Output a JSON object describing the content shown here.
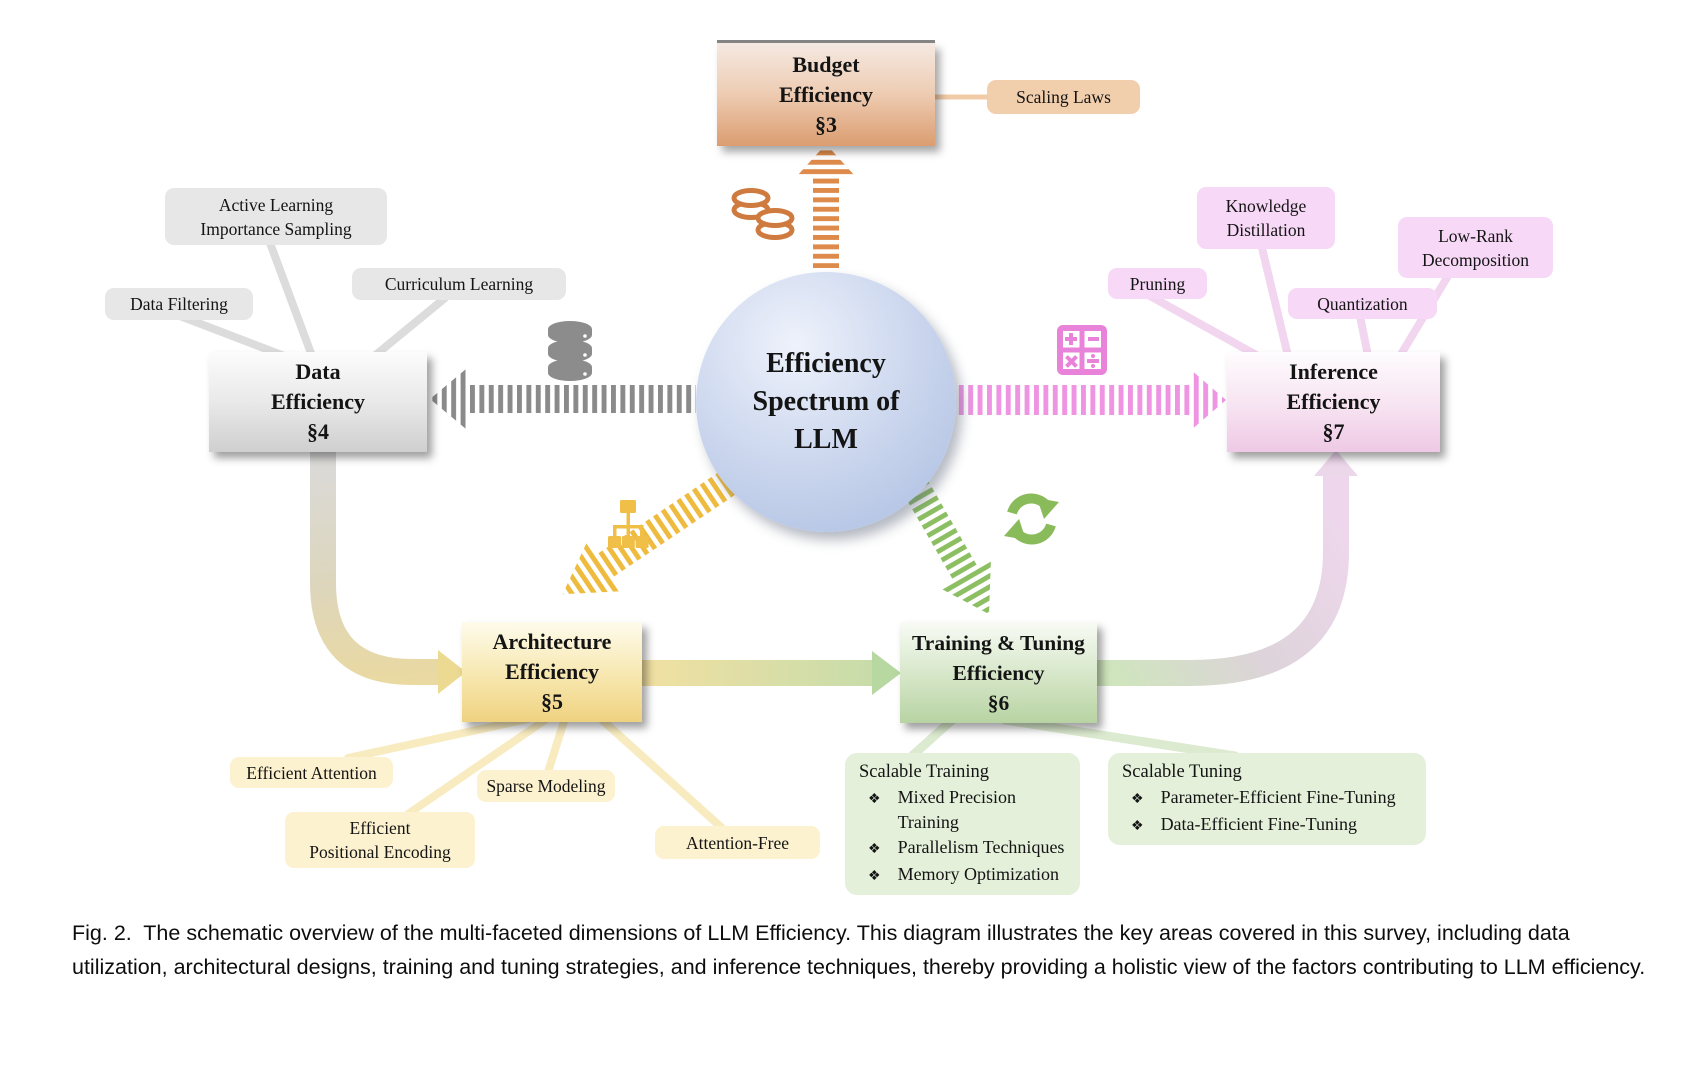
{
  "figure": {
    "caption": "Fig. 2.  The schematic overview of the multi-faceted dimensions of LLM Efficiency. This diagram illustrates the key areas covered in this survey, including data utilization, architectural designs, training and tuning strategies, and inference techniques, thereby providing a holistic view of the factors contributing to LLM efficiency."
  },
  "center": {
    "title": "Efficiency\nSpectrum of\nLLM"
  },
  "branches": {
    "budget": {
      "title": "Budget\nEfficiency\n§3",
      "topics": [
        "Scaling Laws"
      ],
      "icon": "coins-icon",
      "accent": "#dd8a4a"
    },
    "data": {
      "title": "Data\nEfficiency\n§4",
      "topics": [
        "Data Filtering",
        "Active Learning\nImportance Sampling",
        "Curriculum Learning"
      ],
      "icon": "database-icon",
      "accent": "#8c8c8c"
    },
    "inference": {
      "title": "Inference\nEfficiency\n§7",
      "topics": [
        "Pruning",
        "Knowledge\nDistillation",
        "Quantization",
        "Low-Rank\nDecomposition"
      ],
      "icon": "calculator-icon",
      "accent": "#ee94e2"
    },
    "architecture": {
      "title": "Architecture\nEfficiency\n§5",
      "topics": [
        "Efficient Attention",
        "Sparse Modeling",
        "Efficient\nPositional Encoding",
        "Attention-Free"
      ],
      "icon": "hierarchy-icon",
      "accent": "#eebb3e"
    },
    "training": {
      "title": "Training & Tuning\nEfficiency\n§6",
      "icon": "sync-icon",
      "accent": "#8cbe62",
      "lists": [
        {
          "heading": "Scalable Training",
          "items": [
            "Mixed Precision Training",
            "Parallelism Techniques",
            "Memory Optimization"
          ]
        },
        {
          "heading": "Scalable Tuning",
          "items": [
            "Parameter-Efficient Fine-Tuning",
            "Data-Efficient Fine-Tuning"
          ]
        }
      ]
    }
  },
  "glyphs": {
    "list_bullet": "❖"
  }
}
